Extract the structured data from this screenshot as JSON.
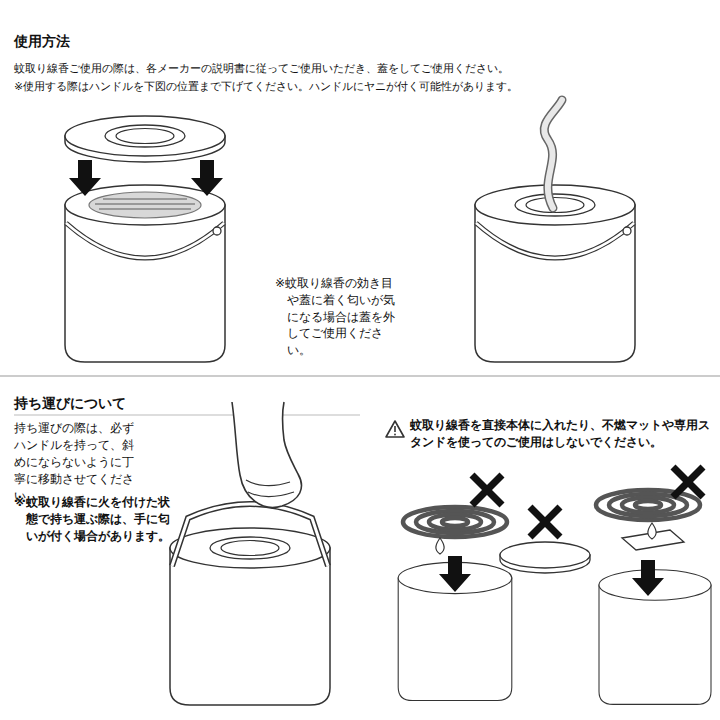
{
  "diagram": {
    "labels": [
      "使用方法",
      "蚊取り線香ご使用の際は、各メーカーの説明書に従ってご使用いただき、蓋をしてご使用ください。",
      "※使用する際はハンドルを下図の位置まで下げてください。ハンドルにヤニが付く可能性があります。",
      "※蚊取り線香の効き目や蓋に着く匂いが気になる場合は蓋を外してご使用ください。",
      "持ち運びについて",
      "持ち運びの際は、必ずハンドルを持って、斜めにならないように丁寧に移動させてください。",
      "※蚊取り線香に火を付けた状態で持ち運ぶ際は、手に匂いが付く場合があります。",
      "蚊取り線香を直接本体に入れたり、不燃マットや専用スタンドを使ってのご使用はしないでください。"
    ]
  }
}
